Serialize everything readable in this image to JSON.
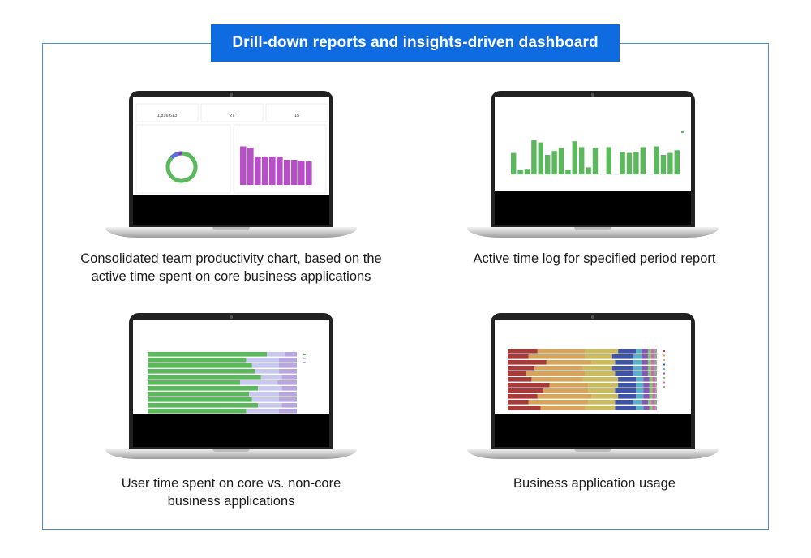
{
  "banner": {
    "title": "Drill-down reports and insights-driven dashboard"
  },
  "panels": [
    {
      "caption_lines": [
        "Consolidated team productivity chart, based on the",
        "active time spent on core business applications"
      ]
    },
    {
      "caption_lines": [
        "Active time log for specified period report"
      ]
    },
    {
      "caption_lines": [
        "User time spent on core vs. non-core",
        "business applications"
      ]
    },
    {
      "caption_lines": [
        "Business application usage"
      ]
    }
  ],
  "dashboard": {
    "kpis": [
      "1,816,613",
      "27",
      "15"
    ],
    "donut": [
      {
        "value": 87,
        "color": "#5cb85c"
      },
      {
        "value": 9,
        "color": "#5b6ee0"
      },
      {
        "value": 4,
        "color": "#7b3fb5"
      }
    ],
    "bars": {
      "color": "#b84fc8",
      "values": [
        95,
        92,
        70,
        70,
        70,
        70,
        62,
        62,
        60,
        58
      ]
    }
  },
  "active_log": {
    "color": "#5cb85c",
    "values": [
      55,
      12,
      14,
      88,
      82,
      50,
      60,
      68,
      12,
      85,
      70,
      18,
      68,
      0,
      70,
      0,
      58,
      55,
      58,
      70,
      0,
      72,
      50,
      55,
      62
    ]
  },
  "core_vs_noncore": {
    "colors": [
      "#5cb85c",
      "#c9c9ef",
      "#b8a6e0"
    ],
    "rows": [
      [
        80,
        12,
        8
      ],
      [
        66,
        22,
        12
      ],
      [
        70,
        18,
        12
      ],
      [
        72,
        16,
        12
      ],
      [
        76,
        14,
        10
      ],
      [
        62,
        25,
        13
      ],
      [
        74,
        16,
        10
      ],
      [
        68,
        20,
        12
      ],
      [
        70,
        18,
        12
      ],
      [
        74,
        16,
        10
      ],
      [
        66,
        22,
        12
      ]
    ]
  },
  "app_usage": {
    "colors": [
      "#a93a3a",
      "#d8a35a",
      "#c9bb5e",
      "#3f53a8",
      "#5bb0c9",
      "#8a55b8",
      "#7ec96c",
      "#d06ab0",
      "#9f9f9f"
    ],
    "rows": [
      [
        20,
        32,
        22,
        12,
        4,
        4,
        2,
        2,
        2
      ],
      [
        14,
        38,
        18,
        14,
        6,
        4,
        2,
        2,
        2
      ],
      [
        26,
        30,
        16,
        12,
        6,
        4,
        2,
        2,
        2
      ],
      [
        18,
        32,
        20,
        14,
        6,
        4,
        2,
        2,
        2
      ],
      [
        12,
        40,
        20,
        12,
        6,
        4,
        2,
        2,
        2
      ],
      [
        16,
        34,
        24,
        12,
        5,
        4,
        2,
        2,
        1
      ],
      [
        28,
        26,
        20,
        12,
        5,
        4,
        2,
        2,
        1
      ],
      [
        24,
        30,
        18,
        14,
        5,
        4,
        2,
        2,
        1
      ],
      [
        20,
        36,
        18,
        12,
        5,
        4,
        2,
        2,
        1
      ],
      [
        14,
        40,
        18,
        12,
        6,
        4,
        2,
        2,
        2
      ],
      [
        22,
        30,
        20,
        14,
        5,
        4,
        2,
        2,
        1
      ]
    ]
  }
}
